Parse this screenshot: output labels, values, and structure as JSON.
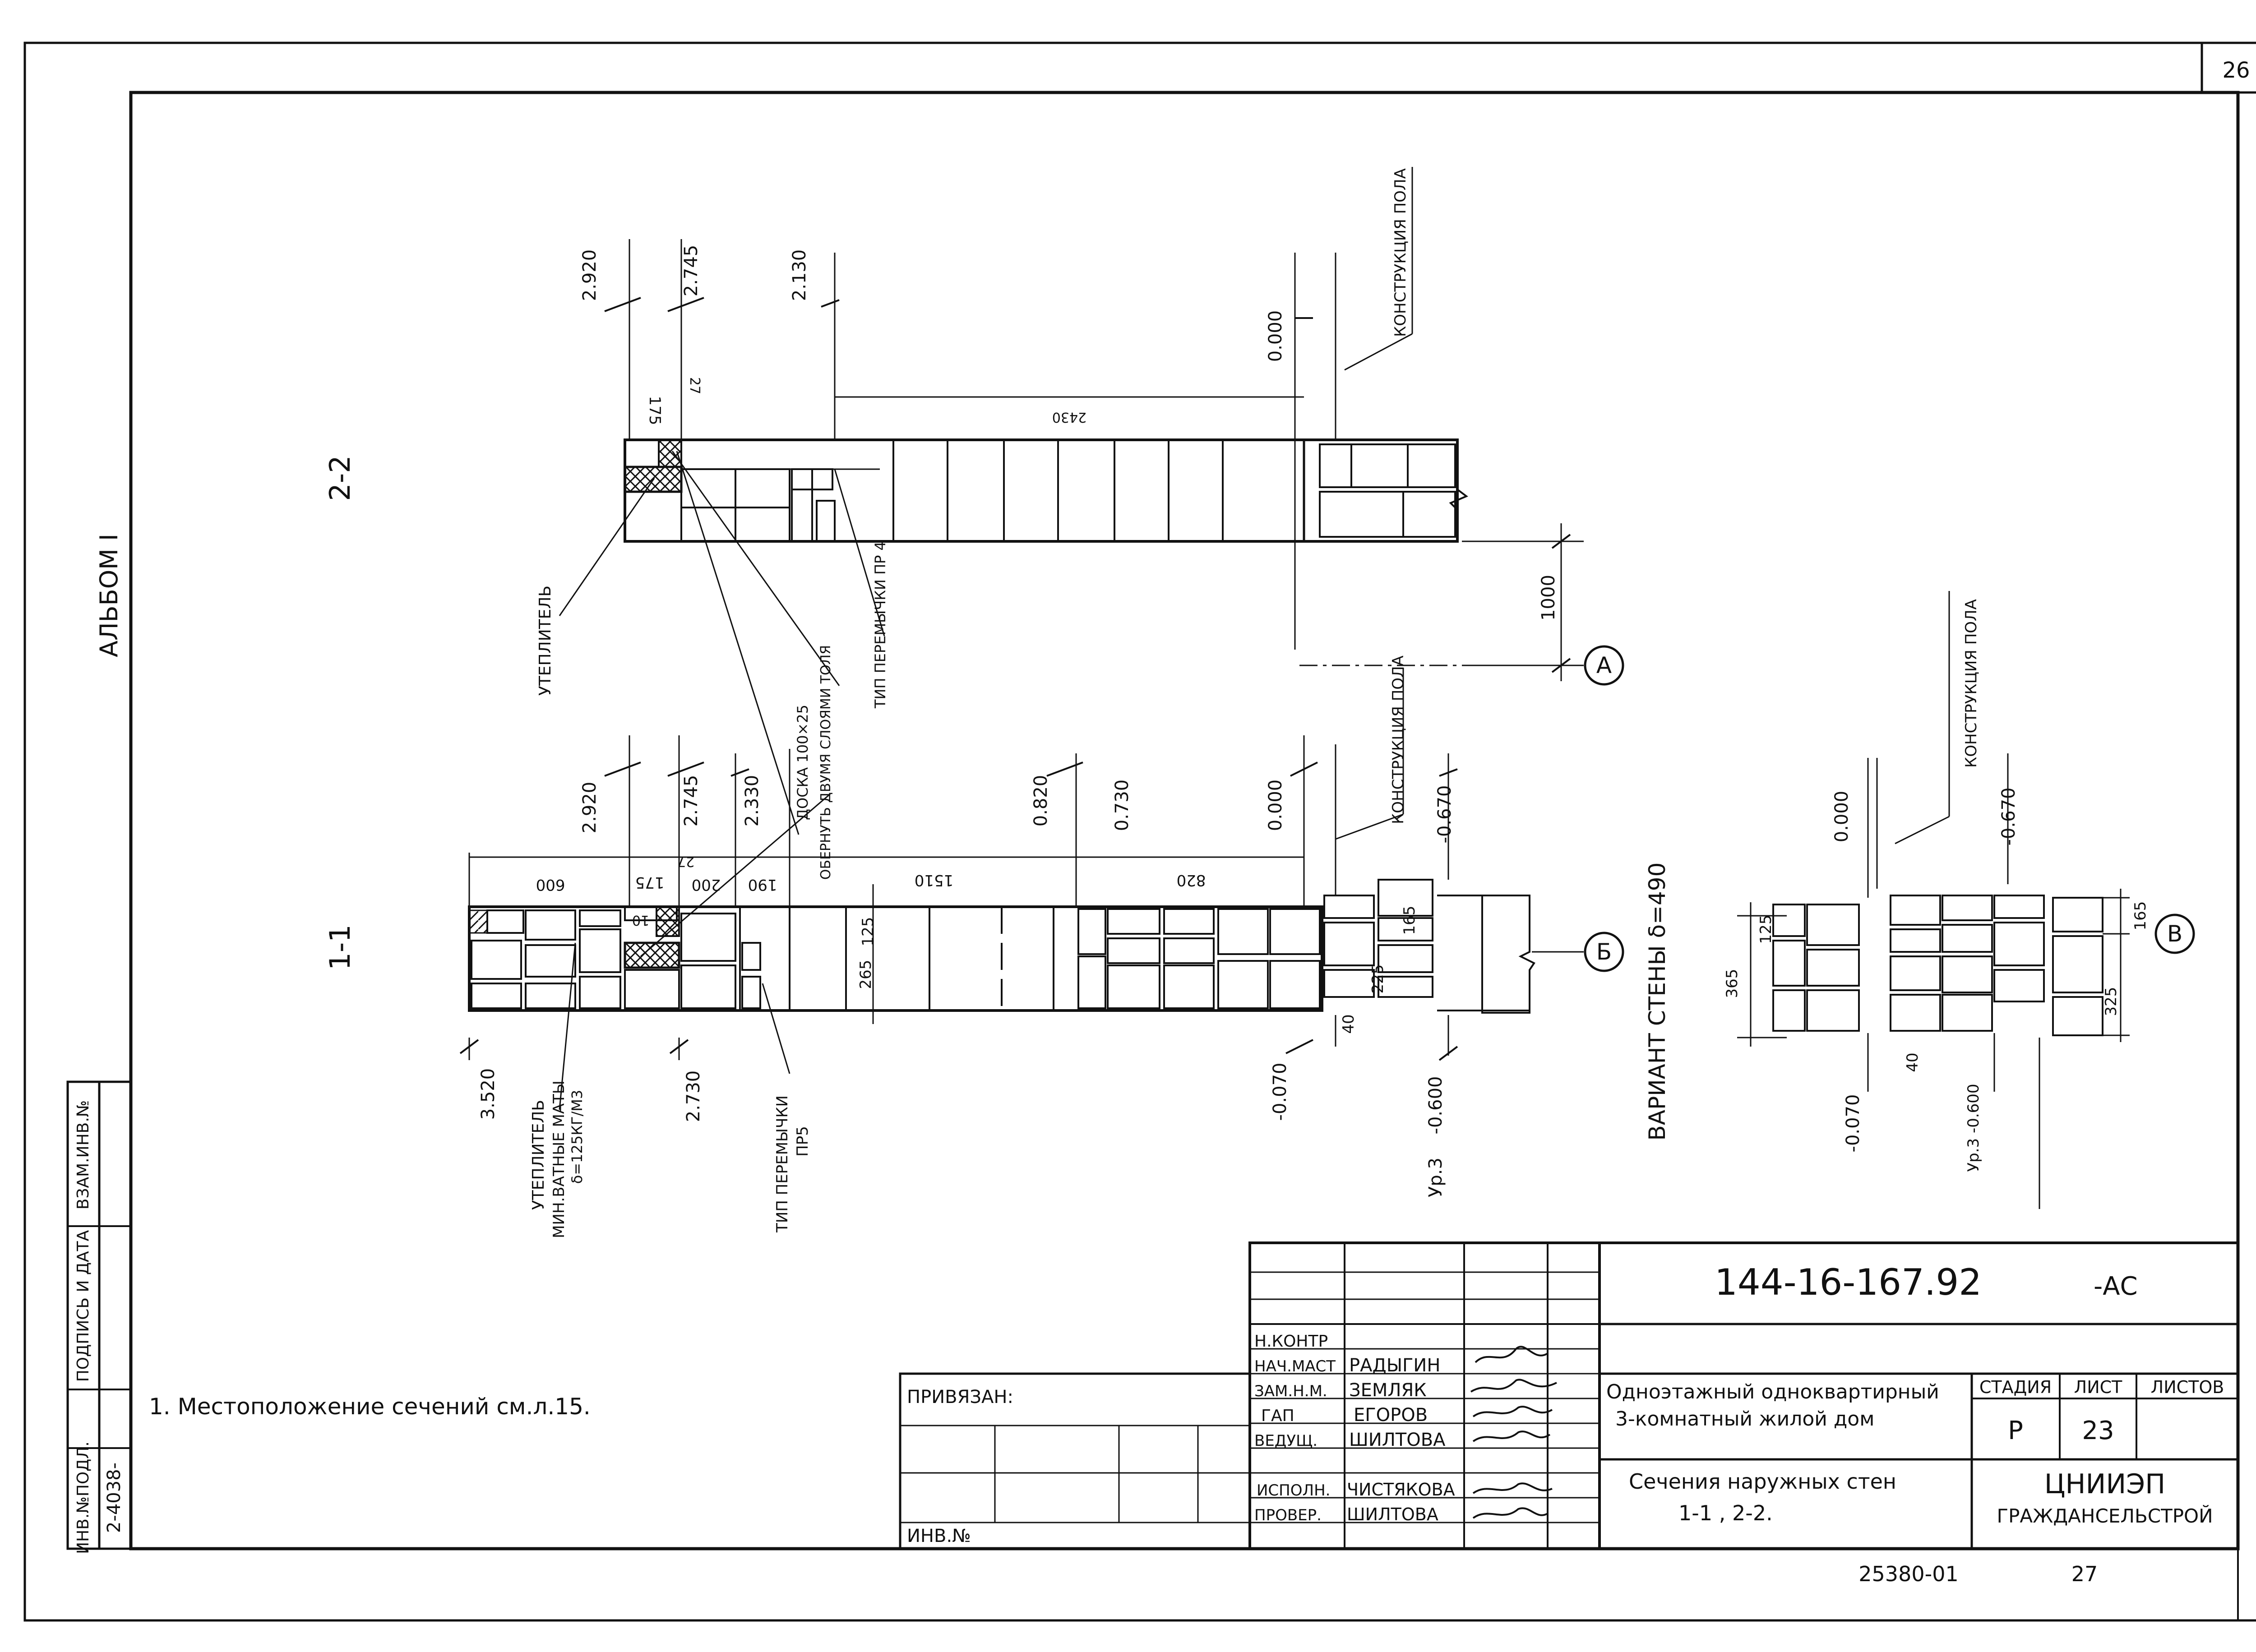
{
  "sheet": {
    "page_number": "26",
    "album_label": "АЛЬБОМ I"
  },
  "side_stamp": {
    "col1": "ИНВ.№ПОДЛ.",
    "col2": "ПОДПИСЬ И ДАТА",
    "col3": "ВЗАМ.ИНВ.№",
    "inv_value": "2-4038-"
  },
  "note": "1. Местоположение сечений см.л.15.",
  "section_2_2": {
    "title": "2-2",
    "dims": {
      "top1": "2.920",
      "top2": "2.745",
      "top3": "2.130",
      "d175": "175",
      "d27": "27",
      "d2430": "2430",
      "zero": "0.000",
      "d1000": "1000"
    },
    "axis": "А",
    "labels": {
      "insulation": "УТЕПЛИТЕЛЬ",
      "floor": "КОНСТРУКЦИЯ ПОЛА",
      "board1": "ДОСКА 100×25",
      "board2": "ОБЕРНУТЬ ДВУМЯ СЛОЯМИ ТОЛЯ",
      "lintel": "ТИП ПЕРЕМЫЧКИ ПР 4"
    }
  },
  "section_1_1": {
    "title": "1-1",
    "dims": {
      "top1": "2.920",
      "top2": "2.745",
      "top3": "2.330",
      "top4": "0.820",
      "top5": "0.730",
      "zero": "0.000",
      "m670": "-0.670",
      "d600": "600",
      "d175": "175",
      "d200": "200",
      "d190": "190",
      "d1510": "1510",
      "d820": "820",
      "d27": "27",
      "d10": "10",
      "d125": "125",
      "d265": "265",
      "d165": "165",
      "d225": "225",
      "d40": "40",
      "bot1": "3.520",
      "bot2": "2.730",
      "m070": "-0.070",
      "m600": "-0.600"
    },
    "axis": "Б",
    "labels": {
      "insulation1": "УТЕПЛИТЕЛЬ",
      "insulation2": "МИН.ВАТНЫЕ МАТЫ",
      "insulation3": "δ=125КГ/М3",
      "lintel1": "ТИП ПЕРЕМЫЧКИ",
      "lintel2": "ПР5",
      "floor": "КОНСТРУКЦИЯ ПОЛА",
      "level": "Ур.3",
      "variant": "ВАРИАНТ СТЕНЫ δ=490"
    }
  },
  "section_variant": {
    "dims": {
      "zero": "0.000",
      "m670": "-0.670",
      "d125": "125",
      "d365": "365",
      "d165": "165",
      "d325": "325",
      "d40": "40",
      "m070": "-0.070",
      "level": "Ур.3 -0.600"
    },
    "axis": "В",
    "labels": {
      "floor": "КОНСТРУКЦИЯ ПОЛА"
    }
  },
  "title_block": {
    "code": "144-16-167.92",
    "suffix": "-АС",
    "attached": "ПРИВЯЗАН:",
    "inv_no": "ИНВ.№",
    "roles": [
      "Н.КОНТР",
      "НАЧ.МАСТ",
      "ЗАМ.Н.М.",
      "ГАП",
      "ВЕДУЩ.",
      "",
      "ИСПОЛН.",
      "ПРОВЕР."
    ],
    "names": [
      "",
      "РАДЫГИН",
      "ЗЕМЛЯК",
      "ЕГОРОВ",
      "ШИЛТОВА",
      "",
      "ЧИСТЯКОВА",
      "ШИЛТОВА"
    ],
    "project_line1": "Одноэтажный одноквартирный",
    "project_line2": "3-комнатный жилой дом",
    "sheet_title_line1": "Сечения наружных стен",
    "sheet_title_line2": "1-1 , 2-2.",
    "stage_label": "СТАДИЯ",
    "sheet_label": "ЛИСТ",
    "sheets_label": "ЛИСТОВ",
    "stage": "Р",
    "sheet_no": "23",
    "org1": "ЦНИИЭП",
    "org2": "ГРАЖДАНСЕЛЬСТРОЙ"
  },
  "footer": {
    "code": "25380-01",
    "num": "27"
  }
}
